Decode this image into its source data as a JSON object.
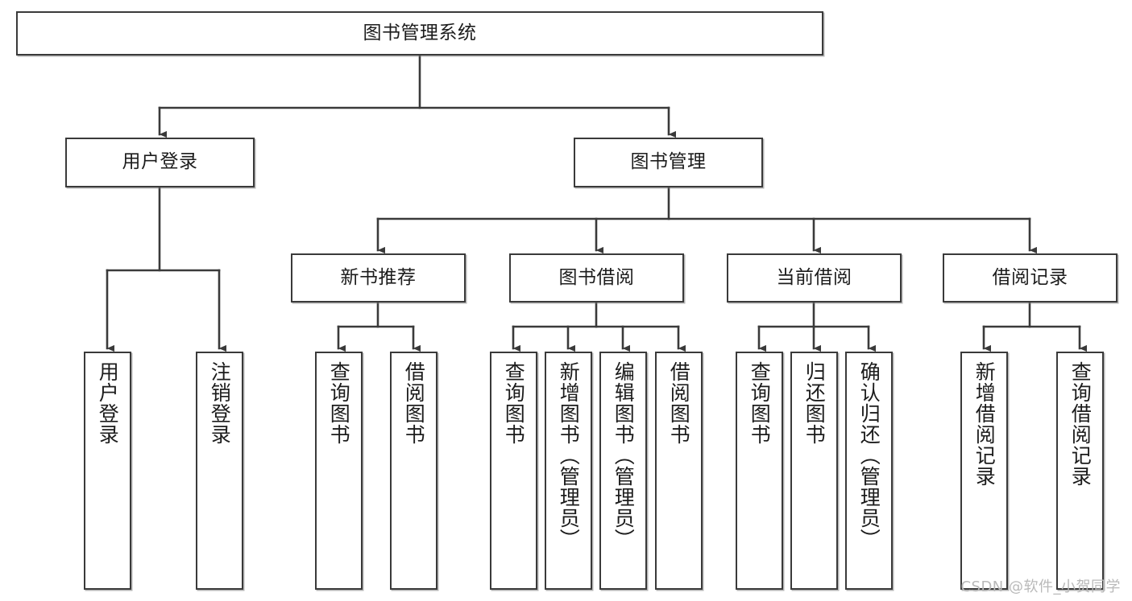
{
  "diagram": {
    "title": "图书管理系统",
    "type": "tree-hierarchy",
    "watermark": "CSDN @软件_小贺同学",
    "colors": {
      "box_border": "#3a3a3a",
      "box_fill": "#ffffff",
      "connector": "#3a3a3a",
      "text": "#1c1c1c",
      "watermark": "#b9b9b9"
    }
  },
  "root": {
    "label": "图书管理系统"
  },
  "level2": [
    {
      "label": "用户登录"
    },
    {
      "label": "图书管理"
    }
  ],
  "level3": [
    {
      "label": "新书推荐"
    },
    {
      "label": "图书借阅"
    },
    {
      "label": "当前借阅"
    },
    {
      "label": "借阅记录"
    }
  ],
  "leaves": {
    "user_login": [
      {
        "label": "用户登录"
      },
      {
        "label": "注销登录"
      }
    ],
    "new_book": [
      {
        "label": "查询图书"
      },
      {
        "label": "借阅图书"
      }
    ],
    "book_borrow": [
      {
        "label": "查询图书"
      },
      {
        "label": "新增图书（管理员）"
      },
      {
        "label": "编辑图书（管理员）"
      },
      {
        "label": "借阅图书"
      }
    ],
    "current_borrow": [
      {
        "label": "查询图书"
      },
      {
        "label": "归还图书"
      },
      {
        "label": "确认归还（管理员）"
      }
    ],
    "borrow_record": [
      {
        "label": "新增借阅记录"
      },
      {
        "label": "查询借阅记录"
      }
    ]
  }
}
